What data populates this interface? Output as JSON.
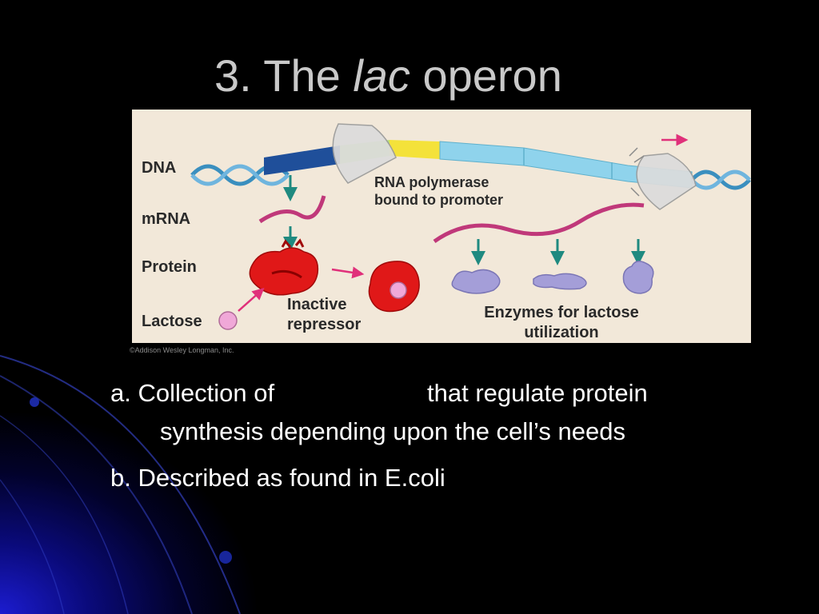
{
  "slide": {
    "title_num": "3.",
    "title_the": "The",
    "title_lac": "lac",
    "title_rest": "operon"
  },
  "diagram": {
    "labels": {
      "dna": "DNA",
      "mrna": "mRNA",
      "protein": "Protein",
      "lactose": "Lactose",
      "rna_pol_line1": "RNA polymerase",
      "rna_pol_line2": "bound to promoter",
      "inactive_line1": "Inactive",
      "inactive_line2": "repressor",
      "enzymes_line1": "Enzymes for lactose",
      "enzymes_line2": "utilization"
    },
    "copyright": "©Addison Wesley Longman, Inc.",
    "colors": {
      "dna_helix": "#3a8fbf",
      "repressor_gene": "#1f4f9a",
      "promoter": "#b8e07a",
      "operator": "#f4e23a",
      "genes": "#8fd3ec",
      "polymerase": "#d6d6d6",
      "mrna": "#c0387a",
      "arrow_teal": "#1f8a80",
      "arrow_pink": "#e0307a",
      "repressor": "#e01818",
      "lactose": "#f0a8d8",
      "enzyme": "#a49ed8"
    }
  },
  "bullets": {
    "a_prefix": "a. Collection of",
    "a_suffix": "that regulate protein",
    "a_line2": "synthesis depending upon the cell’s needs",
    "b": "b. Described as found in E.coli"
  }
}
